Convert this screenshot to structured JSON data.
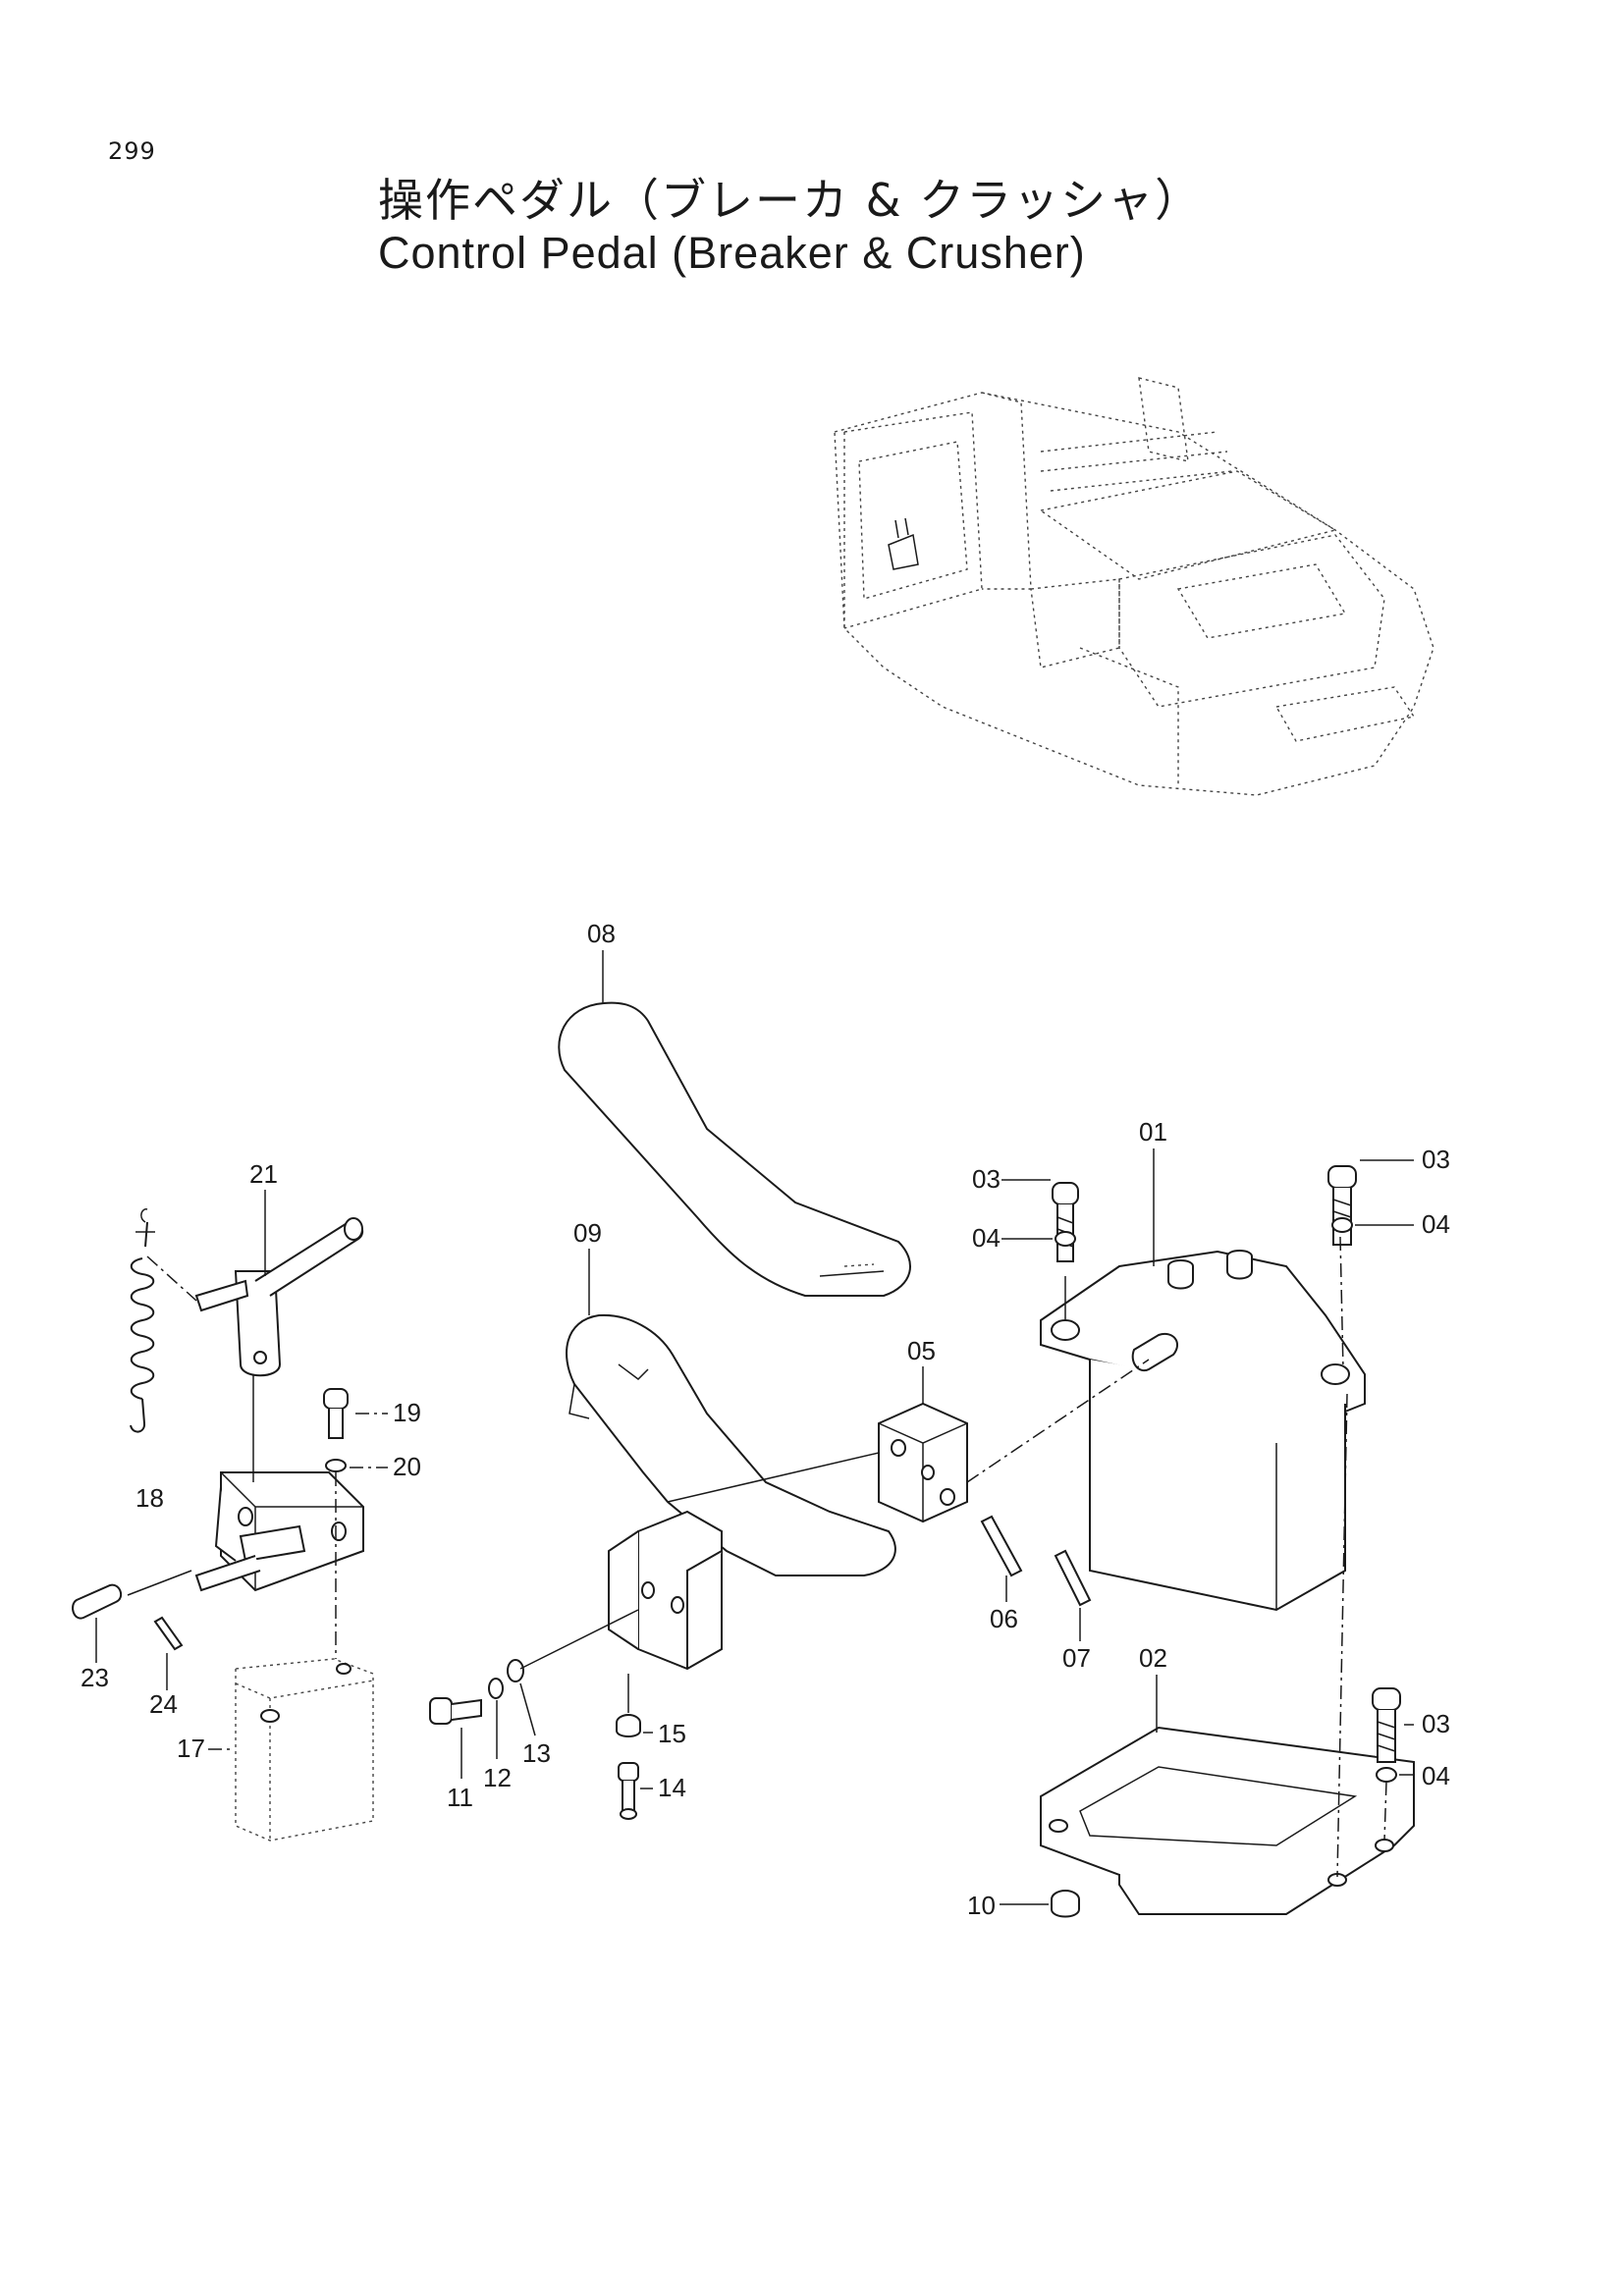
{
  "page": {
    "number": "299"
  },
  "title": {
    "japanese": "操作ペダル（ブレーカ & クラッシャ）",
    "english": "Control Pedal (Breaker & Crusher)"
  },
  "callouts": [
    "01",
    "02",
    "03",
    "03",
    "03",
    "04",
    "04",
    "04",
    "05",
    "06",
    "07",
    "08",
    "09",
    "10",
    "11",
    "12",
    "13",
    "14",
    "15",
    "17",
    "18",
    "19",
    "20",
    "21",
    "23",
    "24"
  ]
}
